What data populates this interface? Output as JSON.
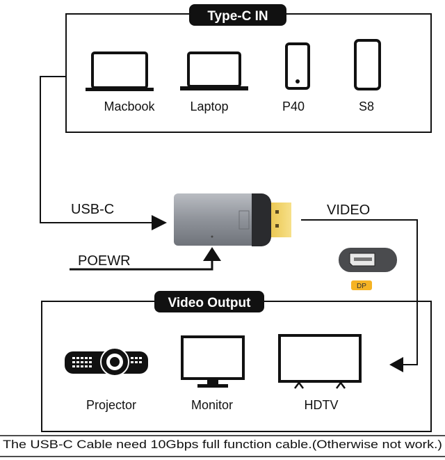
{
  "input_section": {
    "title": "Type-C IN",
    "devices": [
      {
        "label": "Macbook",
        "icon": "laptop-icon"
      },
      {
        "label": "Laptop",
        "icon": "laptop-icon"
      },
      {
        "label": "P40",
        "icon": "phone-icon"
      },
      {
        "label": "S8",
        "icon": "phone-icon"
      }
    ]
  },
  "connections": {
    "usb_c": "USB-C",
    "power": "POEWR",
    "video": "VIDEO"
  },
  "port": {
    "badge": "DP",
    "badge_color": "#f5b324"
  },
  "output_section": {
    "title": "Video Output",
    "devices": [
      {
        "label": "Projector",
        "icon": "projector-icon"
      },
      {
        "label": "Monitor",
        "icon": "monitor-icon"
      },
      {
        "label": "HDTV",
        "icon": "tv-icon"
      }
    ]
  },
  "footer": {
    "note": "The USB-C Cable need 10Gbps full function cable.(Otherwise not work.)"
  }
}
